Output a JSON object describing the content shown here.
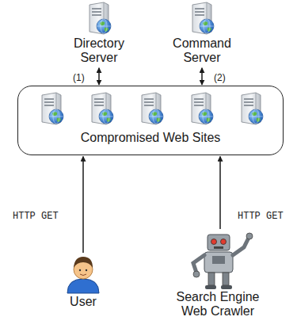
{
  "diagram": {
    "nodes": [
      {
        "text": [
          "Directory Server"
        ]
      },
      {
        "text": [
          "Command Server"
        ]
      },
      {
        "text": [
          "Compromised Web Sites"
        ]
      },
      {
        "text": [
          "User"
        ]
      },
      {
        "text": [
          "Search Engine Web Crawler"
        ]
      }
    ],
    "edges": [
      {
        "from": 0,
        "to": 2,
        "arrow": "both",
        "label": "(1)"
      },
      {
        "from": 1,
        "to": 2,
        "arrow": "both",
        "label": "(2)"
      },
      {
        "from": 3,
        "to": 2,
        "arrow": "to",
        "label": "HTTP GET"
      },
      {
        "from": 4,
        "to": 2,
        "arrow": "to",
        "label": "HTTP GET"
      }
    ]
  }
}
